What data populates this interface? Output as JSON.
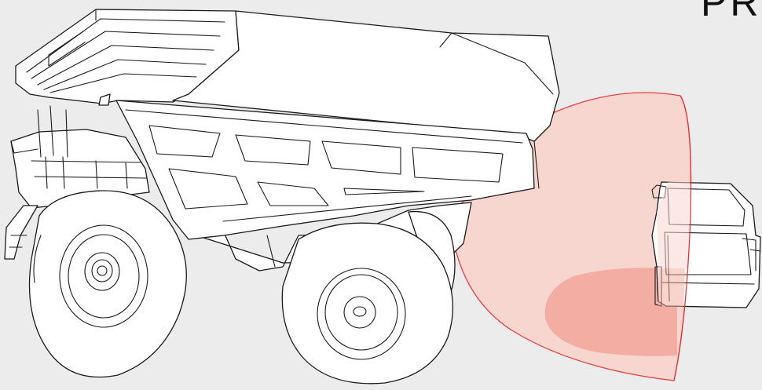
{
  "corner_text": "PR",
  "colors": {
    "background": "#ececec",
    "outline": "#1a1a1a",
    "truck_fill": "#ffffff",
    "zone_outer_fill": "#f9d5cf",
    "zone_outer_stroke": "#e0363c",
    "zone_inner_fill": "#f2a99c"
  },
  "objects": [
    "haul-truck",
    "blind-spot-zone",
    "pickup-truck"
  ]
}
